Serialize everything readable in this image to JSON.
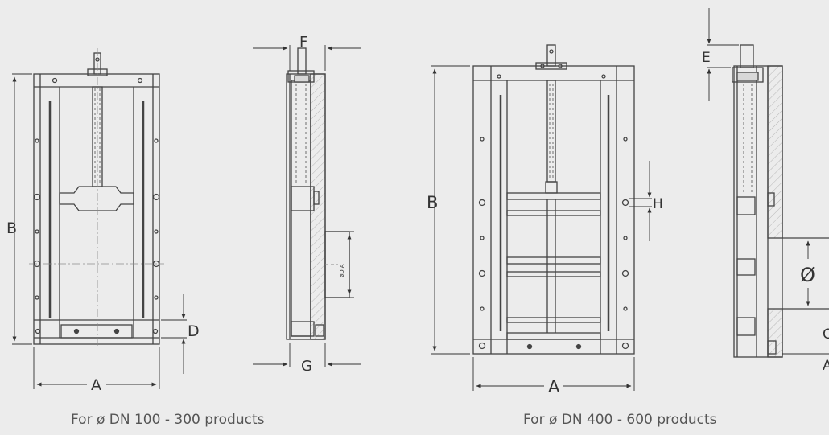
{
  "colors": {
    "background": "#ececec",
    "line": "#444444",
    "thin_line": "#8a8a8a",
    "hatch": "#b7b7b7",
    "text": "#333333",
    "caption": "#555555"
  },
  "small_drawing": {
    "front_labels": {
      "width": "A",
      "height": "B",
      "bottom_offset": "D"
    },
    "side_labels": {
      "top_width": "F",
      "bottom_width": "G",
      "diameter": "øDIA"
    },
    "caption": "For ø DN 100 - 300 products"
  },
  "large_drawing": {
    "front_labels": {
      "width": "A",
      "height": "B",
      "hole": "H"
    },
    "side_labels": {
      "top_offset": "E",
      "diameter": "Ø",
      "right_partial_1": "C",
      "right_partial_2": "A"
    },
    "caption": "For ø DN 400 - 600 products"
  }
}
